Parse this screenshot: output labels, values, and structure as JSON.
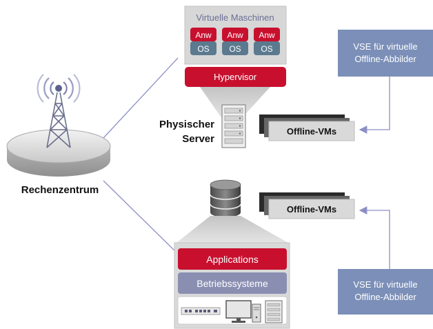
{
  "labels": {
    "datacenter": "Rechenzentrum",
    "vm_group_title": "Virtuelle Maschinen",
    "vm_app": "Anw",
    "vm_os": "OS",
    "hypervisor": "Hypervisor",
    "physical_server_line1": "Physischer",
    "physical_server_line2": "Server",
    "offline_vms_top": "Offline-VMs",
    "offline_vms_bottom": "Offline-VMs",
    "vse_top_line1": "VSE für virtuelle",
    "vse_top_line2": "Offline-Abbilder",
    "vse_bottom_line1": "VSE für virtuelle",
    "vse_bottom_line2": "Offline-Abbilder",
    "applications": "Applications",
    "operating_systems": "Betriebssysteme"
  },
  "icons": {
    "tower": "radio-tower-icon",
    "rack_server": "rack-server-icon",
    "database": "database-icon",
    "network_switch": "network-switch-icon",
    "monitor": "monitor-icon",
    "pc_tower": "pc-tower-icon"
  },
  "colors": {
    "red": "#c8102e",
    "slate": "#5b7a8f",
    "vse_blue": "#7b8fb8",
    "lavender_box": "#8a8fb2",
    "panel_gray": "#d9d9d9",
    "connector": "#8c8fc4"
  }
}
